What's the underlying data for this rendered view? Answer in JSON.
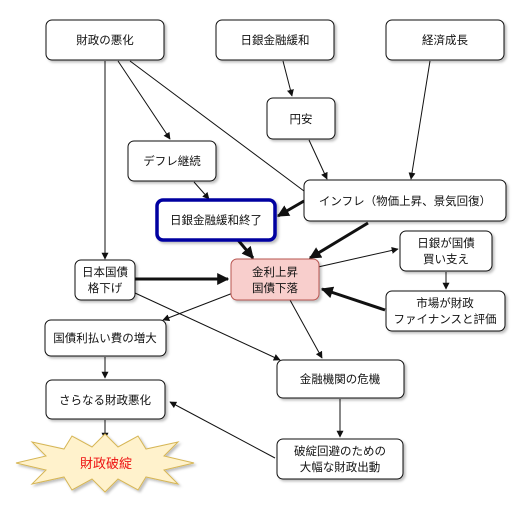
{
  "nodes": {
    "fiscal_worsening": "財政の悪化",
    "boj_easing": "日銀金融緩和",
    "economic_growth": "経済成長",
    "yen_weak": "円安",
    "deflation_continue": "デフレ継続",
    "inflation": "インフレ（物価上昇、景気回復）",
    "boj_easing_end": "日銀金融緩和終了",
    "japan_downgrade_line1": "日本国債",
    "japan_downgrade_line2": "格下げ",
    "rate_rise_line1": "金利上昇",
    "rate_rise_line2": "国債下落",
    "boj_buy_line1": "日銀が国債",
    "boj_buy_line2": "買い支え",
    "market_view_line1": "市場が財政",
    "market_view_line2": "ファイナンスと評価",
    "interest_cost_increase": "国債利払い費の増大",
    "further_fiscal_worsening": "さらなる財政悪化",
    "bank_crisis": "金融機関の危機",
    "bailout_line1": "破綻回避のための",
    "bailout_line2": "大幅な財政出動",
    "fiscal_collapse": "財政破綻"
  },
  "colors": {
    "highlight_fill": "#f8cecc",
    "highlight_stroke": "#b85450",
    "emphasis_border": "#0000a0",
    "burst_fill": "#fff2cc",
    "burst_stroke": "#d6b656",
    "burst_text": "#ee1111"
  }
}
